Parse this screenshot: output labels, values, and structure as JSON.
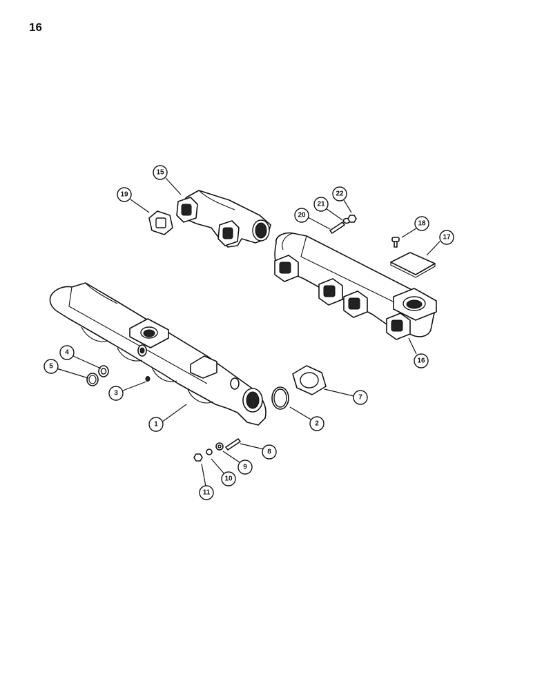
{
  "page": {
    "number": "16"
  },
  "callouts": [
    {
      "id": "c1",
      "label": "1"
    },
    {
      "id": "c2",
      "label": "2"
    },
    {
      "id": "c3",
      "label": "3"
    },
    {
      "id": "c4",
      "label": "4"
    },
    {
      "id": "c5",
      "label": "5"
    },
    {
      "id": "c7",
      "label": "7"
    },
    {
      "id": "c8",
      "label": "8"
    },
    {
      "id": "c9",
      "label": "9"
    },
    {
      "id": "c10",
      "label": "10"
    },
    {
      "id": "c11",
      "label": "11"
    },
    {
      "id": "c15",
      "label": "15"
    },
    {
      "id": "c16",
      "label": "16"
    },
    {
      "id": "c17",
      "label": "17"
    },
    {
      "id": "c18",
      "label": "18"
    },
    {
      "id": "c19",
      "label": "19"
    },
    {
      "id": "c20",
      "label": "20"
    },
    {
      "id": "c21",
      "label": "21"
    },
    {
      "id": "c22",
      "label": "22"
    }
  ]
}
